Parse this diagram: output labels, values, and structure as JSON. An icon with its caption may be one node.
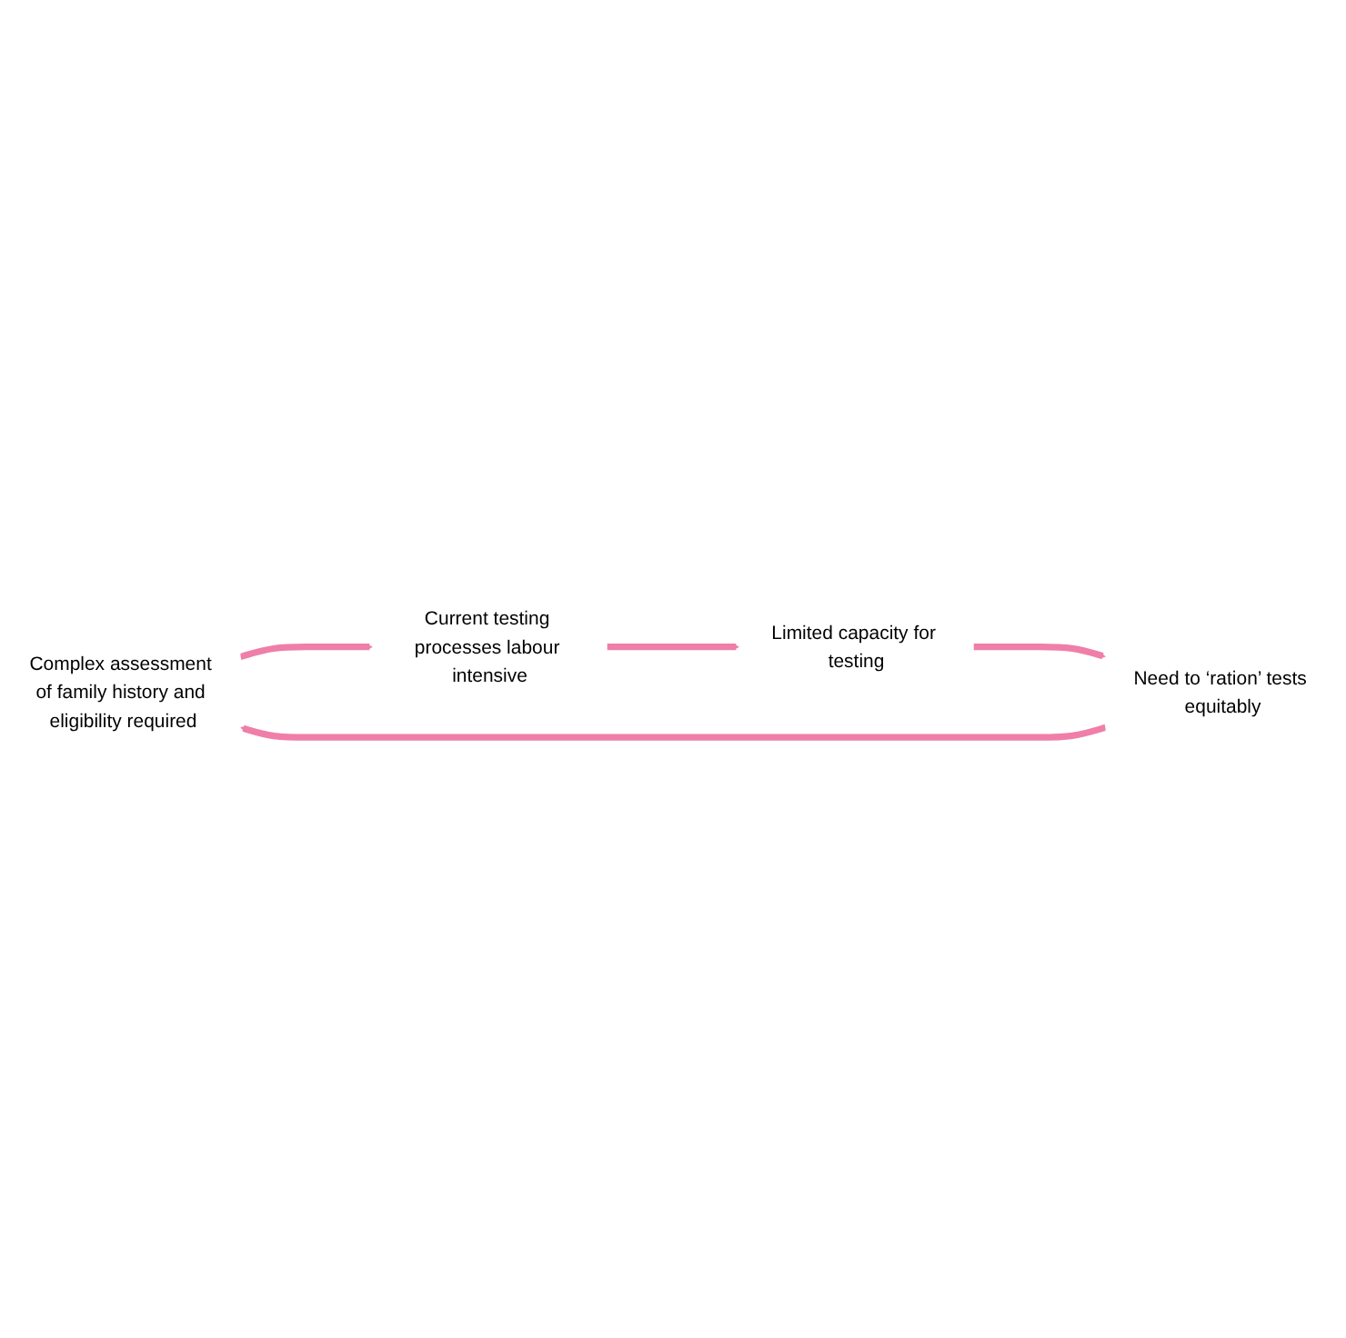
{
  "diagram": {
    "nodes": [
      {
        "text": [
          "Complex assessment of family history and eligibility required"
        ]
      },
      {
        "text": [
          "Current testing processes labour intensive"
        ]
      },
      {
        "text": [
          "Limited capacity for testing"
        ]
      },
      {
        "text": [
          "Need to ‘ration’ tests equitably"
        ]
      }
    ],
    "edges": [
      {
        "from": 0,
        "to": 1,
        "arrow": "to"
      },
      {
        "from": 1,
        "to": 2,
        "arrow": "to"
      },
      {
        "from": 2,
        "to": 3,
        "arrow": "to"
      },
      {
        "from": 3,
        "to": 0,
        "arrow": "to"
      }
    ]
  }
}
